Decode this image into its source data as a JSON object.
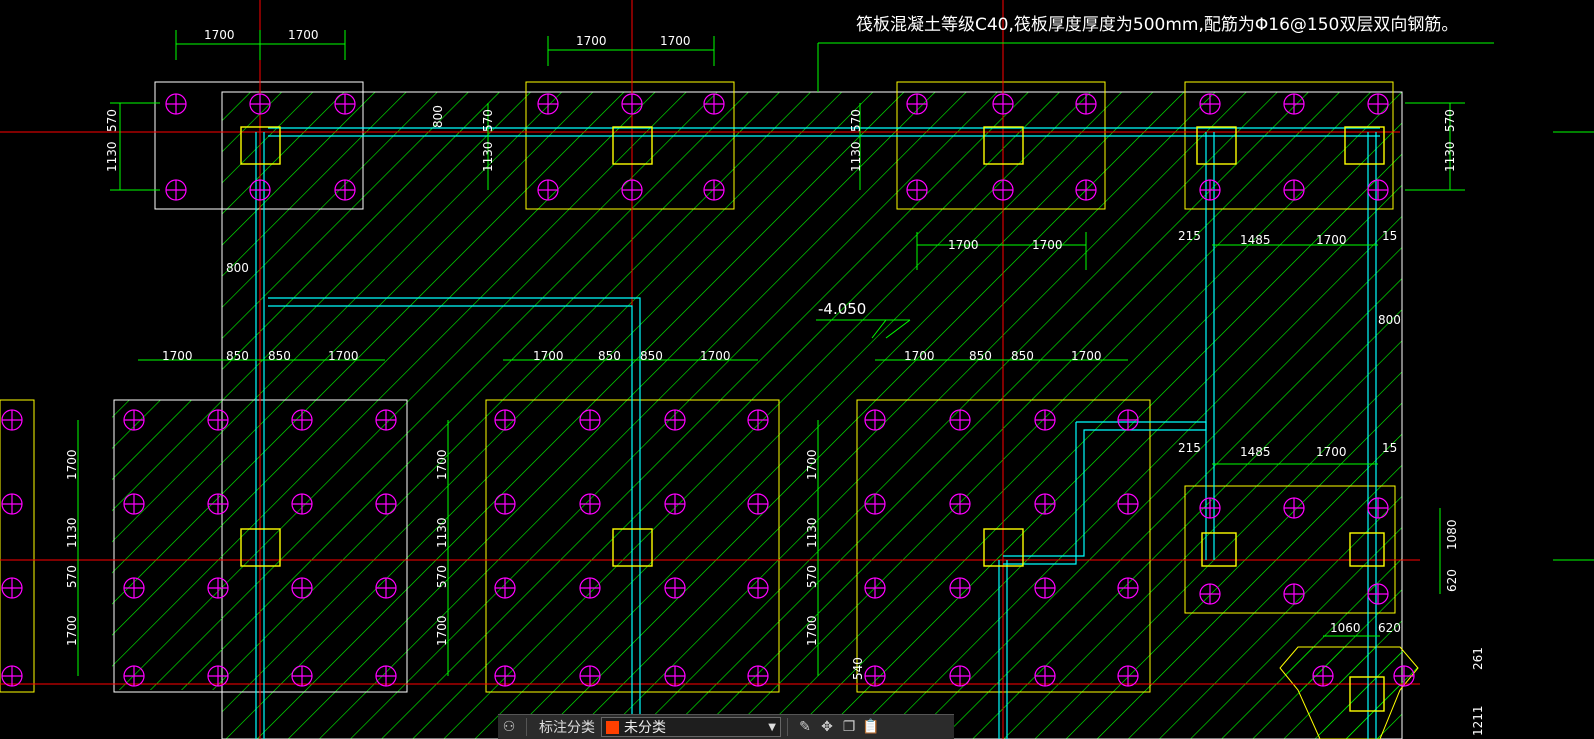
{
  "note": "筏板混凝土等级C40,筏板厚度厚度为500mm,配筋为Φ16@150双层双向钢筋。",
  "elevation": "-4.050",
  "colors": {
    "background": "#000000",
    "slab_outline": "#ffffff",
    "hatch": "#00ff00",
    "dimension": "#00ff00",
    "axis": "#ff0000",
    "column": "#ffff00",
    "pile": "#ff00ff",
    "beam": "#00ffff",
    "toolbar_bg": "#2b2b2b",
    "category_swatch": "#ff4000"
  },
  "dims": {
    "d1700": "1700",
    "d850": "850",
    "d570": "570",
    "d1130": "1130",
    "d800": "800",
    "d215": "215",
    "d1485": "1485",
    "d15": "15",
    "d1080": "1080",
    "d620": "620",
    "d1060": "1060",
    "d261": "261",
    "d1211": "1211",
    "d540": "540"
  },
  "toolbar": {
    "label": "标注分类",
    "category_value": "未分类",
    "icons": [
      "group-icon",
      "edit-icon",
      "move-icon",
      "copy-icon",
      "paste-icon"
    ]
  }
}
